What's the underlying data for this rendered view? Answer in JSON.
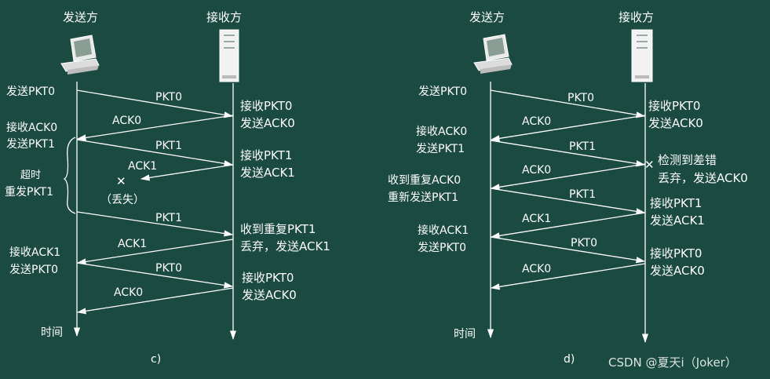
{
  "diagrams": [
    {
      "id": "c",
      "sender_title": "发送方",
      "receiver_title": "接收方",
      "time_label": "时间",
      "caption": "c)",
      "sender_events": [
        "发送PKT0",
        "接收ACK0",
        "发送PKT1",
        "超时",
        "重发PKT1",
        "接收ACK1",
        "发送PKT0"
      ],
      "receiver_events": [
        "接收PKT0",
        "发送ACK0",
        "接收PKT1",
        "发送ACK1",
        "收到重复PKT1",
        "丢弃，发送ACK1",
        "接收PKT0",
        "发送ACK0"
      ],
      "messages": [
        "PKT0",
        "ACK0",
        "PKT1",
        "ACK1",
        "PKT1",
        "ACK1",
        "PKT0",
        "ACK0"
      ],
      "lost_label": "（丢失）"
    },
    {
      "id": "d",
      "sender_title": "发送方",
      "receiver_title": "接收方",
      "time_label": "时间",
      "caption": "d)",
      "sender_events": [
        "发送PKT0",
        "接收ACK0",
        "发送PKT1",
        "收到重复ACK0",
        "重新发送PKT1",
        "接收ACK1",
        "发送PKT0"
      ],
      "receiver_events": [
        "接收PKT0",
        "发送ACK0",
        "检测到差错",
        "丢弃，发送ACK0",
        "接收PKT1",
        "发送ACK1",
        "接收PKT0",
        "发送ACK0"
      ],
      "messages": [
        "PKT0",
        "ACK0",
        "PKT1",
        "ACK0",
        "PKT1",
        "ACK1",
        "PKT0",
        "ACK0"
      ]
    }
  ],
  "watermark": "CSDN @夏天i（Joker）",
  "colors": {
    "background": "#1a4a40",
    "ink": "#ffffff"
  },
  "icons": {
    "sender": "computer-icon",
    "receiver": "server-icon",
    "lost": "cross-icon",
    "error": "cross-icon"
  }
}
